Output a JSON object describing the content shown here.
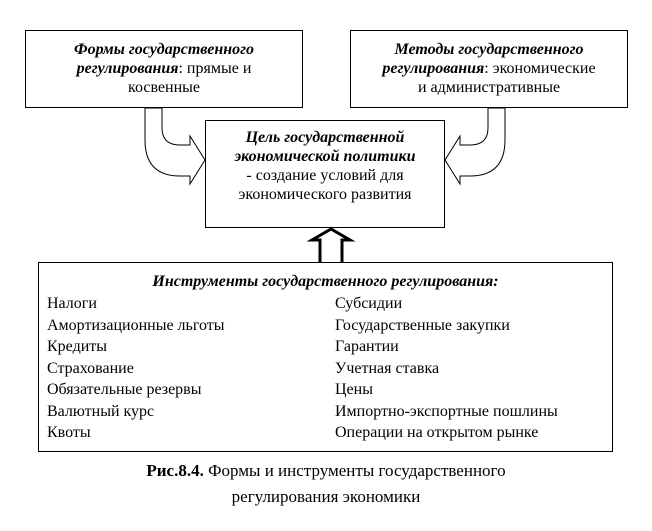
{
  "forms_box": {
    "title_line1": "Формы государственного",
    "title_line2": "регулирования",
    "text_line2": ": прямые и",
    "text_line3": "косвенные"
  },
  "methods_box": {
    "title_line1": "Методы государственного",
    "title_line2": "регулирования",
    "text_line2": ": экономические",
    "text_line3": "и административные"
  },
  "goal_box": {
    "title_line1": "Цель государственной",
    "title_line2": "экономической политики",
    "text_line3": "- создание условий для",
    "text_line4": "экономического развития"
  },
  "instruments_box": {
    "title": "Инструменты государственного регулирования:",
    "left_items": [
      "Налоги",
      "Амортизационные льготы",
      "Кредиты",
      "Страхование",
      "Обязательные резервы",
      "Валютный курс",
      "Квоты"
    ],
    "right_items": [
      "Субсидии",
      "Государственные закупки",
      "Гарантии",
      "Учетная ставка",
      "Цены",
      "Импортно-экспортные пошлины",
      "Операции на открытом рынке"
    ]
  },
  "caption": {
    "label": "Рис.8.4.",
    "line1": " Формы и инструменты государственного",
    "line2": "регулирования экономики"
  }
}
